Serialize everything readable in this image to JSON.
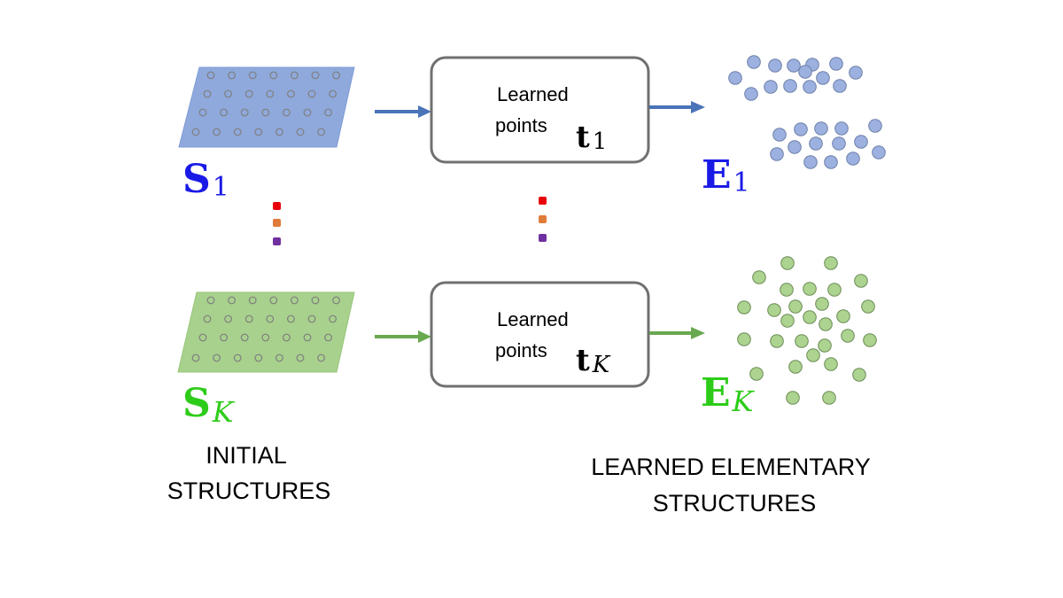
{
  "diagram": {
    "colors": {
      "blue_plane": "#8fa9dc",
      "blue_plane_edge": "#7f9bd6",
      "blue_dot_fill": "#9db1e0",
      "blue_dot_edge": "#6c7fa8",
      "blue_arrow": "#4a73b8",
      "blue_label": "#1a1ae6",
      "green_plane": "#a8d18d",
      "green_plane_edge": "#97c47a",
      "green_dot_fill": "#acd38f",
      "green_dot_edge": "#6a8b55",
      "green_arrow": "#6aa84f",
      "green_label": "#2ecc1a",
      "grid_dot_edge": "#7f7f7f",
      "box_edge": "#707070",
      "ellipsis_red": "#e8000b",
      "ellipsis_orange": "#e07b39",
      "ellipsis_purple": "#7030a0"
    },
    "top_row": {
      "initial_label_main": "S",
      "initial_label_sub": "1",
      "box_line1": "Learned",
      "box_line2": "points",
      "box_symbol_main": "t",
      "box_symbol_sub": "1",
      "elementary_label_main": "E",
      "elementary_label_sub": "1"
    },
    "bottom_row": {
      "initial_label_main": "S",
      "initial_label_sub": "K",
      "box_line1": "Learned",
      "box_line2": "points",
      "box_symbol_main": "t",
      "box_symbol_sub": "K",
      "elementary_label_main": "E",
      "elementary_label_sub": "K"
    },
    "captions": {
      "left_line1": "INITIAL",
      "left_line2": "STRUCTURES",
      "right_line1": "LEARNED ELEMENTARY",
      "right_line2": "STRUCTURES"
    }
  }
}
